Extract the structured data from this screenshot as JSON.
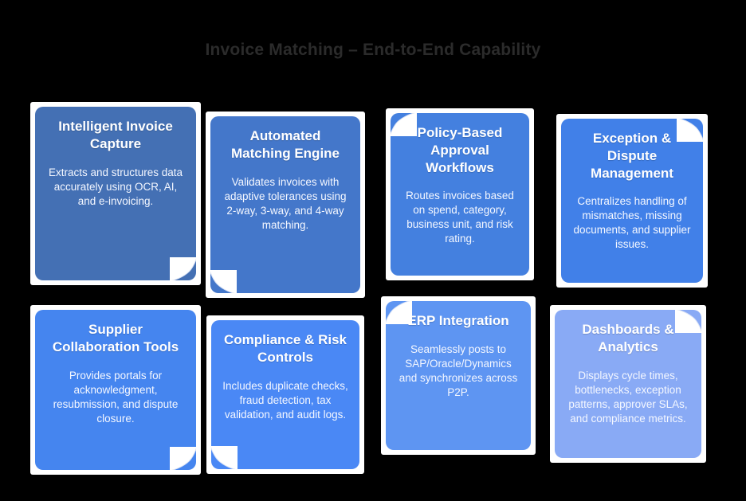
{
  "background_color": "#000000",
  "header": {
    "title": "Invoice Matching – End-to-End Capability",
    "title_color": "#2b2b2b"
  },
  "cards": [
    {
      "id": "intelligent-invoice-capture",
      "title": "Intelligent Invoice Capture",
      "body": "Extracts and structures data accurately using OCR, AI, and e-invoicing.",
      "color": "#4470b4",
      "curl_corner": "br"
    },
    {
      "id": "automated-matching-engine",
      "title": "Automated Matching Engine",
      "body": "Validates invoices with adaptive tolerances using 2-way, 3-way, and 4-way matching.",
      "color": "#4477ca",
      "curl_corner": "bl"
    },
    {
      "id": "policy-based-approval-workflows",
      "title": "Policy-Based Approval Workflows",
      "body": "Routes invoices based on spend, category, business unit, and risk rating.",
      "color": "#4480df",
      "curl_corner": "tl"
    },
    {
      "id": "exception-dispute-management",
      "title": "Exception & Dispute Management",
      "body": "Centralizes handling of mismatches, missing documents, and supplier issues.",
      "color": "#4180e8",
      "curl_corner": "tr"
    },
    {
      "id": "supplier-collaboration-tools",
      "title": "Supplier Collaboration Tools",
      "body": "Provides portals for acknowledgment, resubmission, and dispute closure.",
      "color": "#4585ef",
      "curl_corner": "br"
    },
    {
      "id": "compliance-risk-controls",
      "title": "Compliance & Risk Controls",
      "body": "Includes duplicate checks, fraud detection, tax validation, and audit logs.",
      "color": "#4a88f5",
      "curl_corner": "bl"
    },
    {
      "id": "erp-integration",
      "title": "ERP Integration",
      "body": "Seamlessly posts to SAP/Oracle/Dynamics and synchronizes across P2P.",
      "color": "#5e95f2",
      "curl_corner": "tl"
    },
    {
      "id": "dashboards-analytics",
      "title": "Dashboards & Analytics",
      "body": "Displays cycle times, bottlenecks, exception patterns, approver SLAs, and compliance metrics.",
      "color": "#89aaf5",
      "curl_corner": "tr"
    }
  ]
}
